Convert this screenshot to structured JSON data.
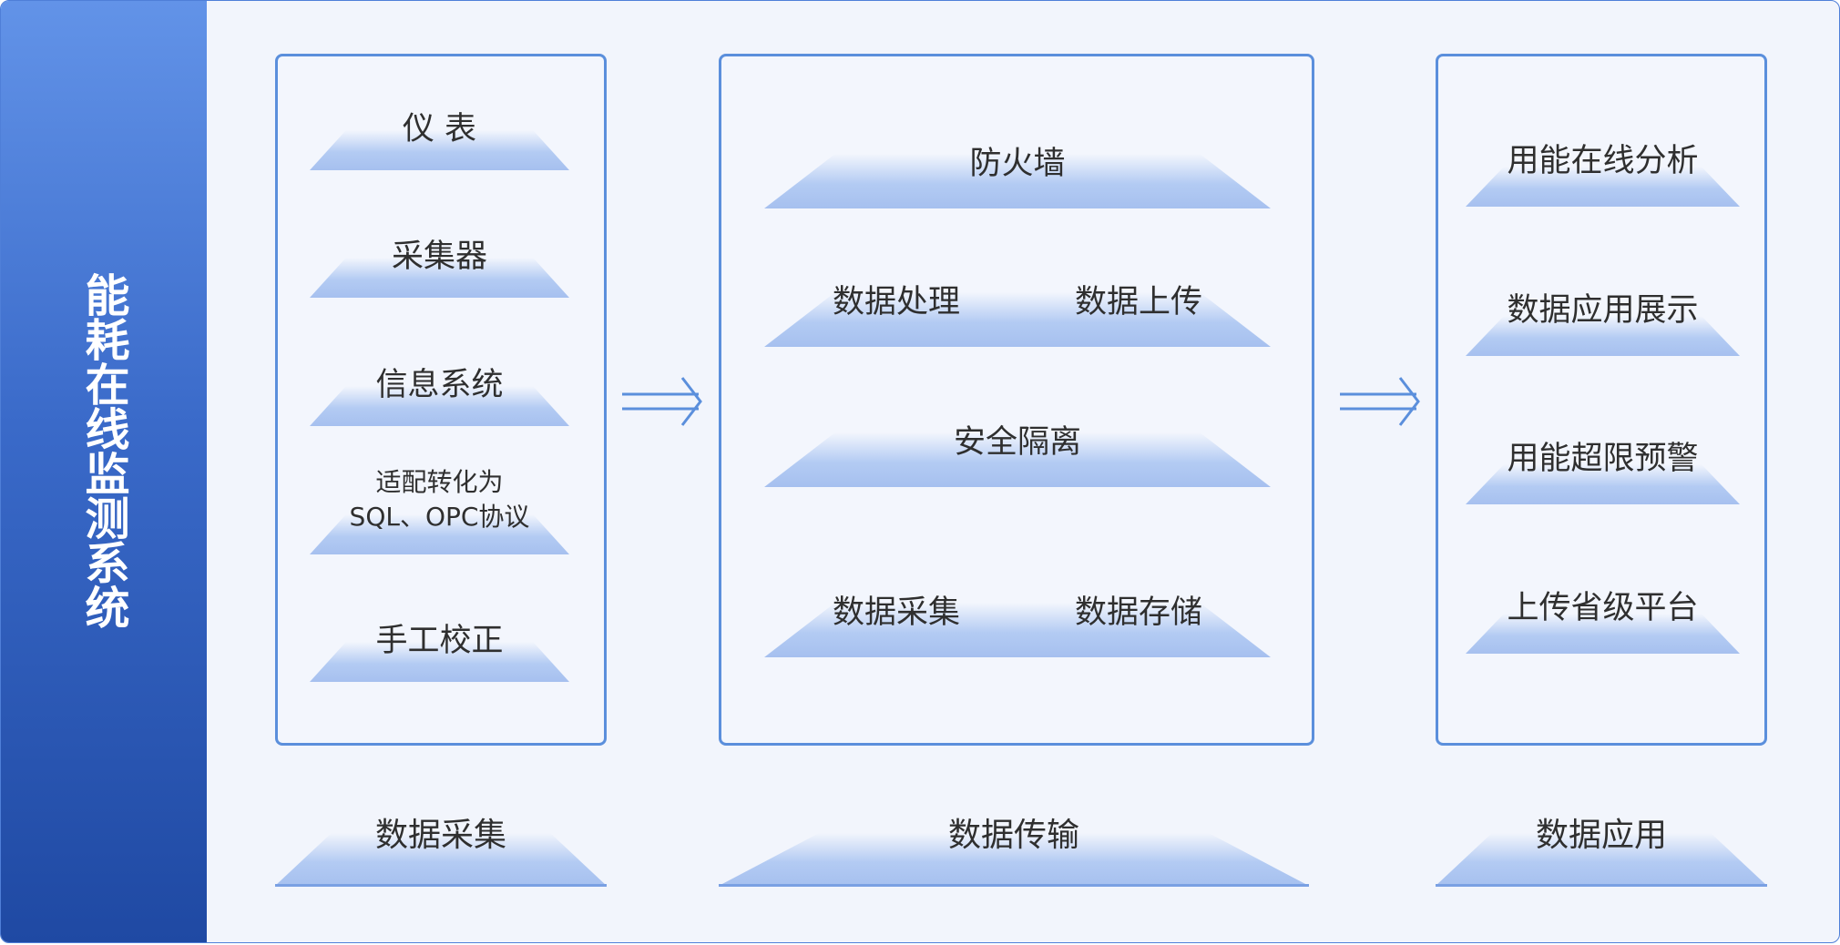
{
  "side_title": [
    "能",
    "耗",
    "在",
    "线",
    "监",
    "测",
    "系",
    "统"
  ],
  "collect": {
    "items": [
      {
        "label": "仪 表"
      },
      {
        "label": "采集器"
      },
      {
        "label": "信息系统"
      },
      {
        "label_line1": "适配转化为",
        "label_line2": "SQL、OPC协议"
      },
      {
        "label": "手工校正"
      }
    ],
    "footer": "数据采集"
  },
  "transfer": {
    "firewall": "防火墙",
    "processing": "数据处理",
    "upload": "数据上传",
    "isolation": "安全隔离",
    "collection": "数据采集",
    "storage": "数据存储",
    "footer": "数据传输"
  },
  "apply": {
    "items": [
      {
        "label": "用能在线分析"
      },
      {
        "label": "数据应用展示"
      },
      {
        "label": "用能超限预警"
      },
      {
        "label": "上传省级平台"
      }
    ],
    "footer": "数据应用"
  },
  "colors": {
    "accent": "#5b8fdc",
    "sidebar_top": "#6293e8",
    "sidebar_bottom": "#1f49a3",
    "panel_bg": "#f3f6fd"
  }
}
